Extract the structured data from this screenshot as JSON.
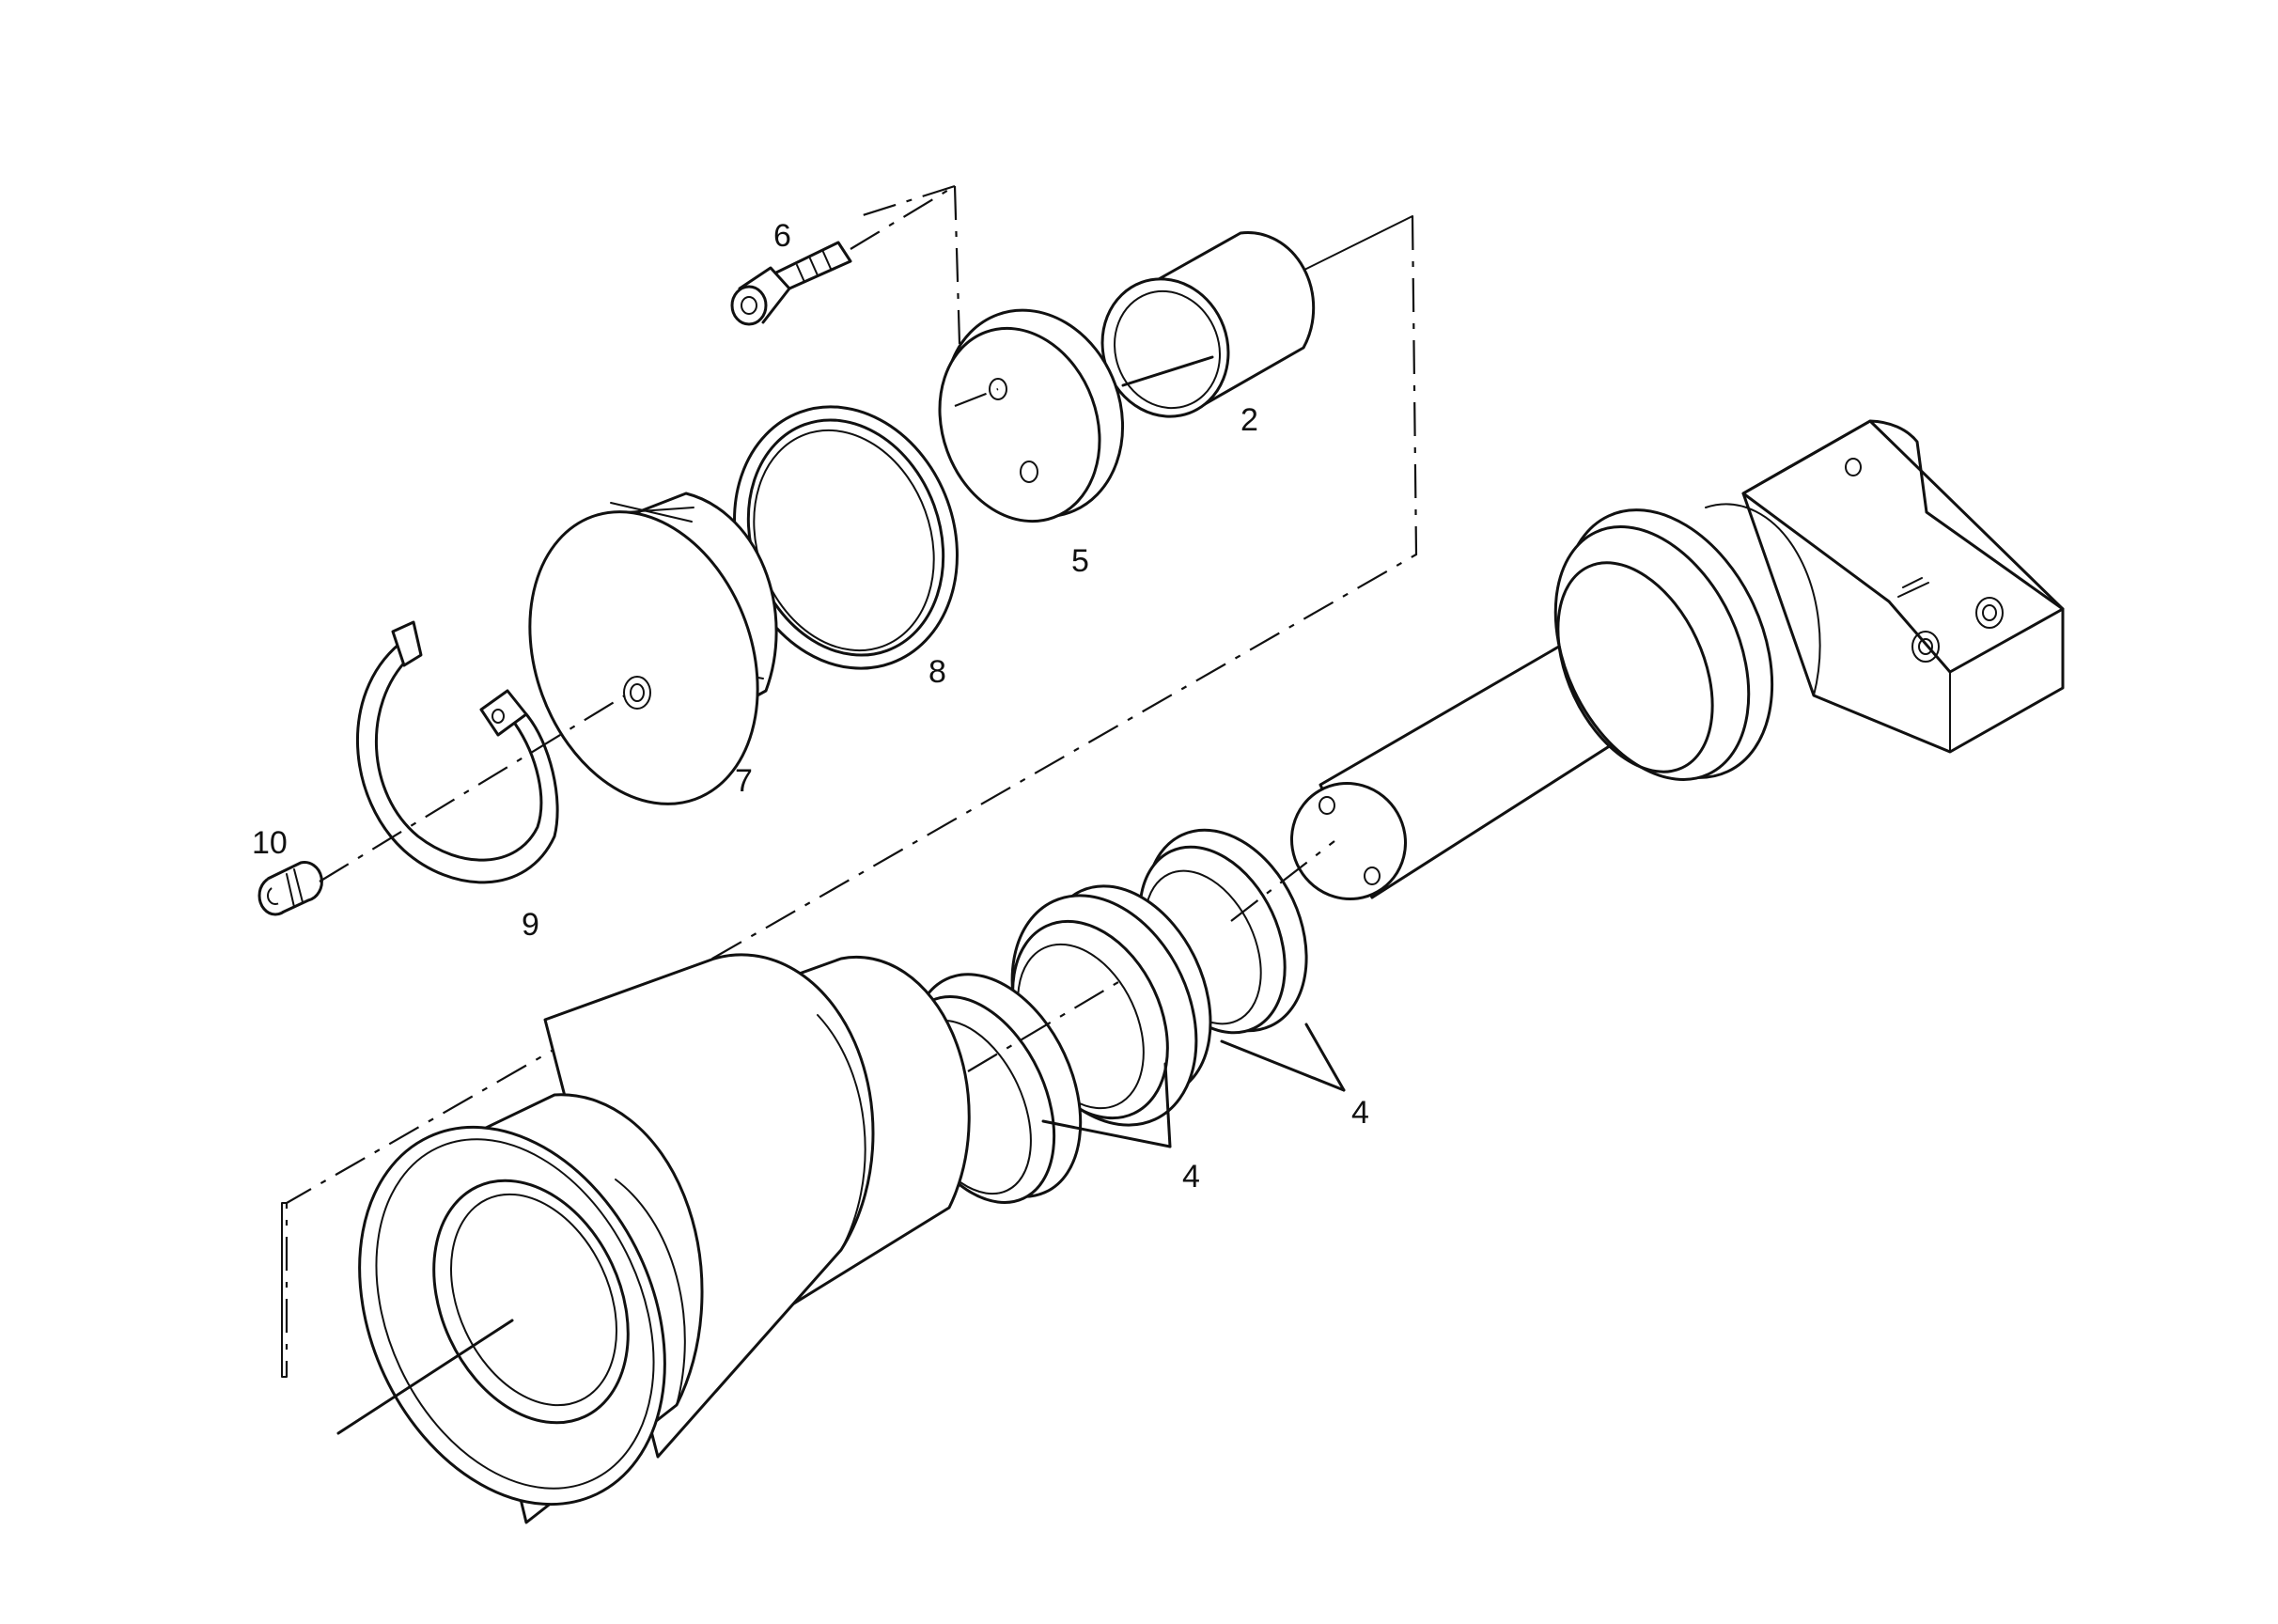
{
  "callouts": {
    "c2": "2",
    "c4a": "4",
    "c4b": "4",
    "c5": "5",
    "c6": "6",
    "c7": "7",
    "c8": "8",
    "c9": "9",
    "c10": "10"
  },
  "colors": {
    "ink": "#111111",
    "paper": "#ffffff"
  }
}
